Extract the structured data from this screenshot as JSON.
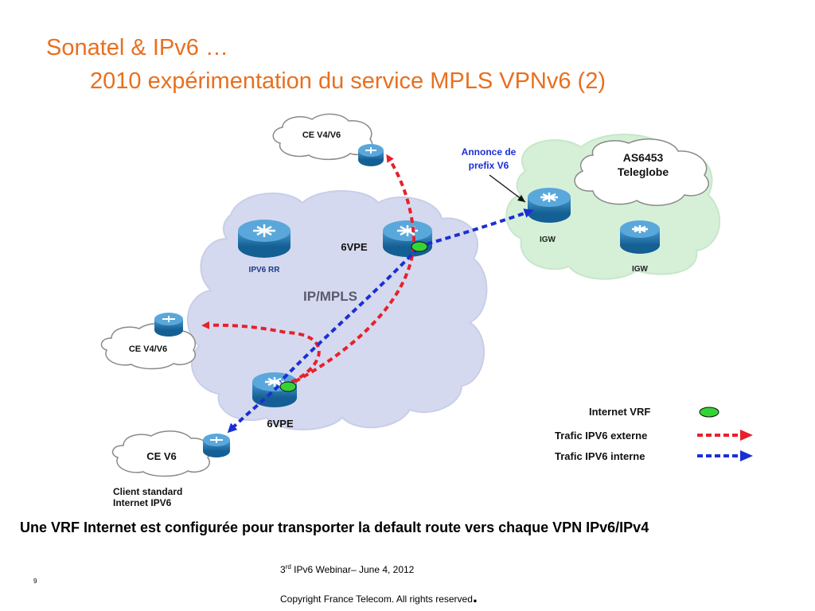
{
  "title": {
    "line1": "Sonatel & IPv6 …",
    "line2": "2010 expérimentation du service MPLS VPNv6 (2)"
  },
  "diagram": {
    "cloud_core_label": "IP/MPLS",
    "cloud_ce_top_label": "CE V4/V6",
    "cloud_ce_left_label": "CE V4/V6",
    "cloud_ce_v6_label": "CE V6",
    "cloud_as_line1": "AS6453",
    "cloud_as_line2": "Teleglobe",
    "router_rr_label": "IPV6 RR",
    "router_6vpe_top_label": "6VPE",
    "router_6vpe_bottom_label": "6VPE",
    "router_igw1_label": "IGW",
    "router_igw2_label": "IGW",
    "annotation_line1": "Annonce de",
    "annotation_line2": "prefix V6",
    "client_line1": "Client standard",
    "client_line2": "Internet IPV6",
    "colors": {
      "external_traffic": "#e8202a",
      "internal_traffic": "#1a2fd6",
      "vrf": "#35d435",
      "router": "#1f7ab8",
      "core_cloud": "#d5d9ef",
      "internet_cloud": "#d6f0d8"
    }
  },
  "legend": {
    "internet_vrf": "Internet VRF",
    "external": "Trafic IPV6 externe",
    "internal": "Trafic IPV6 interne"
  },
  "caption": "Une VRF Internet est configurée pour transporter la default route vers chaque VPN IPv6/IPv4",
  "footer": {
    "ordinal": "3",
    "ordinal_suffix": "rd",
    "webinar": " IPv6 Webinar– June 4, 2012",
    "copyright": "Copyright France Telecom. All rights reserved",
    "dot": "."
  },
  "page_number": "9"
}
